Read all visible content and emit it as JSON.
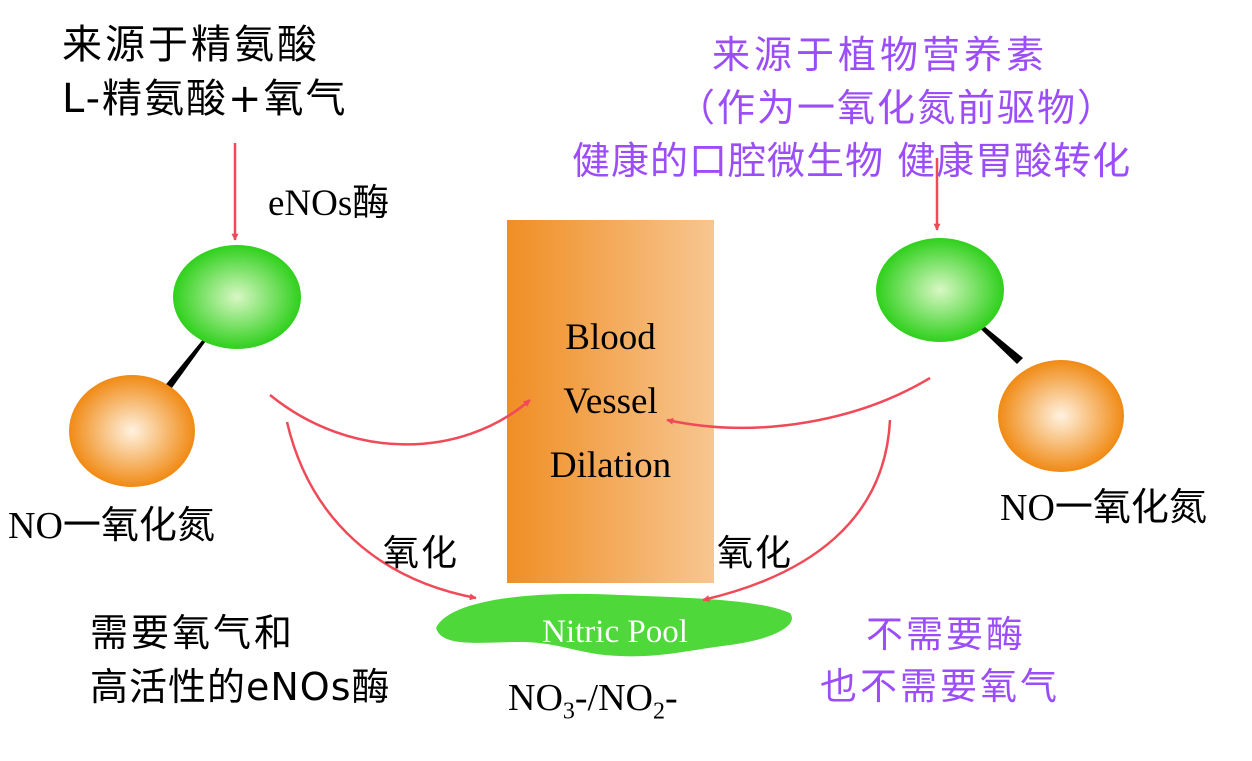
{
  "colors": {
    "arrow": "#f04a58",
    "purple_text": "#9b4dfa",
    "green_start": "#d8f7c4",
    "green_end": "#2fd01c",
    "orange_start": "#fff2e0",
    "orange_end": "#f08a14",
    "vessel_left": "#f08e24",
    "vessel_right": "#f7c690",
    "pool": "#4fd83a",
    "connector": "#000000"
  },
  "left_source": {
    "line1": "来源于精氨酸",
    "line2": "L-精氨酸+氧气"
  },
  "enzyme_label": "eNOs酶",
  "right_source": {
    "line1": "来源于植物营养素",
    "line2": "（作为一氧化氮前驱物）",
    "line3": "健康的口腔微生物  健康胃酸转化"
  },
  "vessel": {
    "line1": "Blood",
    "line2": "Vessel",
    "line3": "Dilation"
  },
  "no_label_left": "NO一氧化氮",
  "no_label_right": "NO一氧化氮",
  "oxidation_left": "氧化",
  "oxidation_right": "氧化",
  "pool": {
    "label": "Nitric Pool",
    "formula": {
      "a": "NO",
      "a_sub": "3",
      "b": "-/NO",
      "b_sub": "2",
      "c": "-"
    }
  },
  "left_requirement": {
    "line1": "需要氧气和",
    "line2": "高活性的eNOs酶"
  },
  "right_requirement": {
    "line1": "不需要酶",
    "line2": "也不需要氧气"
  }
}
